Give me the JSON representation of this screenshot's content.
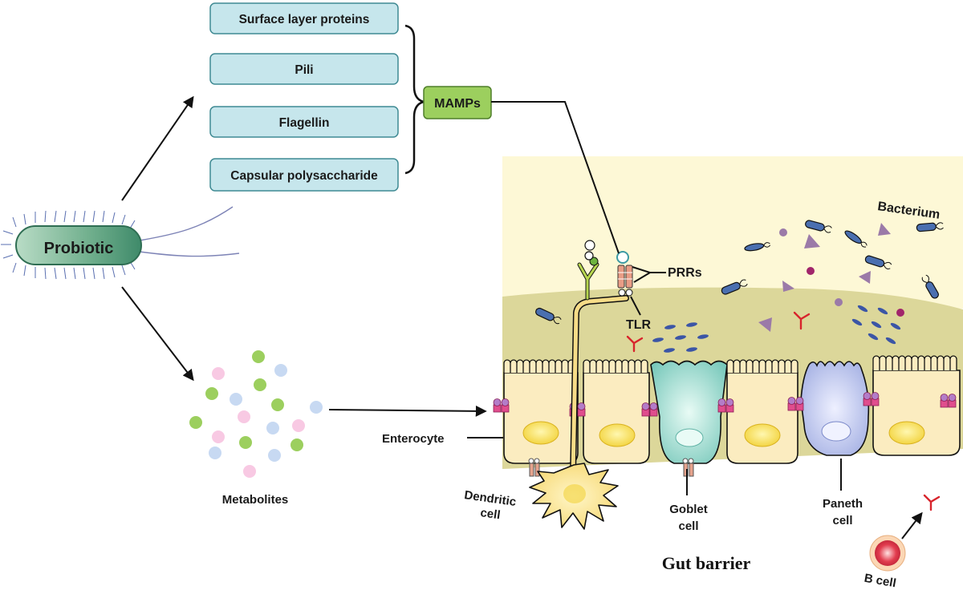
{
  "mamp_components": [
    "Surface layer proteins",
    "Pili",
    "Flagellin",
    "Capsular polysaccharide"
  ],
  "mamps_label": "MAMPs",
  "probiotic_label": "Probiotic",
  "metabolites_label": "Metabolites",
  "labels": {
    "prrs": "PRRs",
    "tlr": "TLR",
    "bacterium": "Bacterium",
    "enterocyte": "Enterocyte",
    "dendritic_line1": "Dendritic",
    "dendritic_line2": "cell",
    "goblet_line1": "Goblet",
    "goblet_line2": "cell",
    "paneth_line1": "Paneth",
    "paneth_line2": "cell",
    "bcell": "B cell",
    "gut_barrier": "Gut barrier"
  },
  "colors": {
    "box_fill": "#c6e6ec",
    "box_stroke": "#3f8a93",
    "mamps_fill": "#9ccf5e",
    "lumen": "#fdf8d6",
    "mucus": "#dcd79a",
    "cell_fill": "#fbecc0",
    "goblet": "#8fd1c6",
    "paneth": "#b9c3ea"
  }
}
